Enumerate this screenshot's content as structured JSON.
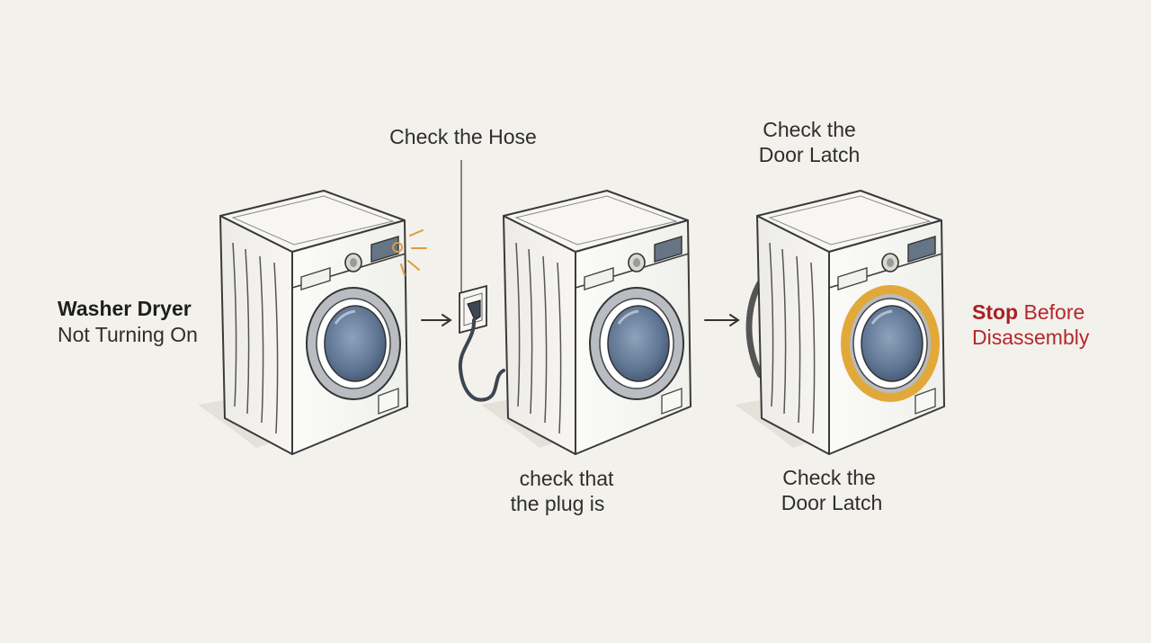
{
  "intro": {
    "line1": "Washer Dryer",
    "line2": "Not Turning On"
  },
  "steps": {
    "hose_label": "Check the Hose",
    "plug_label_line1": "check that",
    "plug_label_line2": "the plug is",
    "latch_top_line1": "Check the",
    "latch_top_line2": "Door Latch",
    "latch_bottom_line1": "Check the",
    "latch_bottom_line2": "Door Latch"
  },
  "outro": {
    "stop_word": "Stop",
    "before_word": "Before",
    "line2": "Disassembly"
  },
  "colors": {
    "background": "#f3f1ec",
    "accent_red": "#b3282d",
    "latch_highlight": "#e2a93a",
    "glass": "#6f86a3",
    "cable": "#3c4650",
    "spark": "#e39a3c"
  },
  "icons": [
    "washer-dryer-icon",
    "arrow-right-icon",
    "wall-outlet-icon",
    "power-cable-icon",
    "spark-icon",
    "hose-icon"
  ]
}
